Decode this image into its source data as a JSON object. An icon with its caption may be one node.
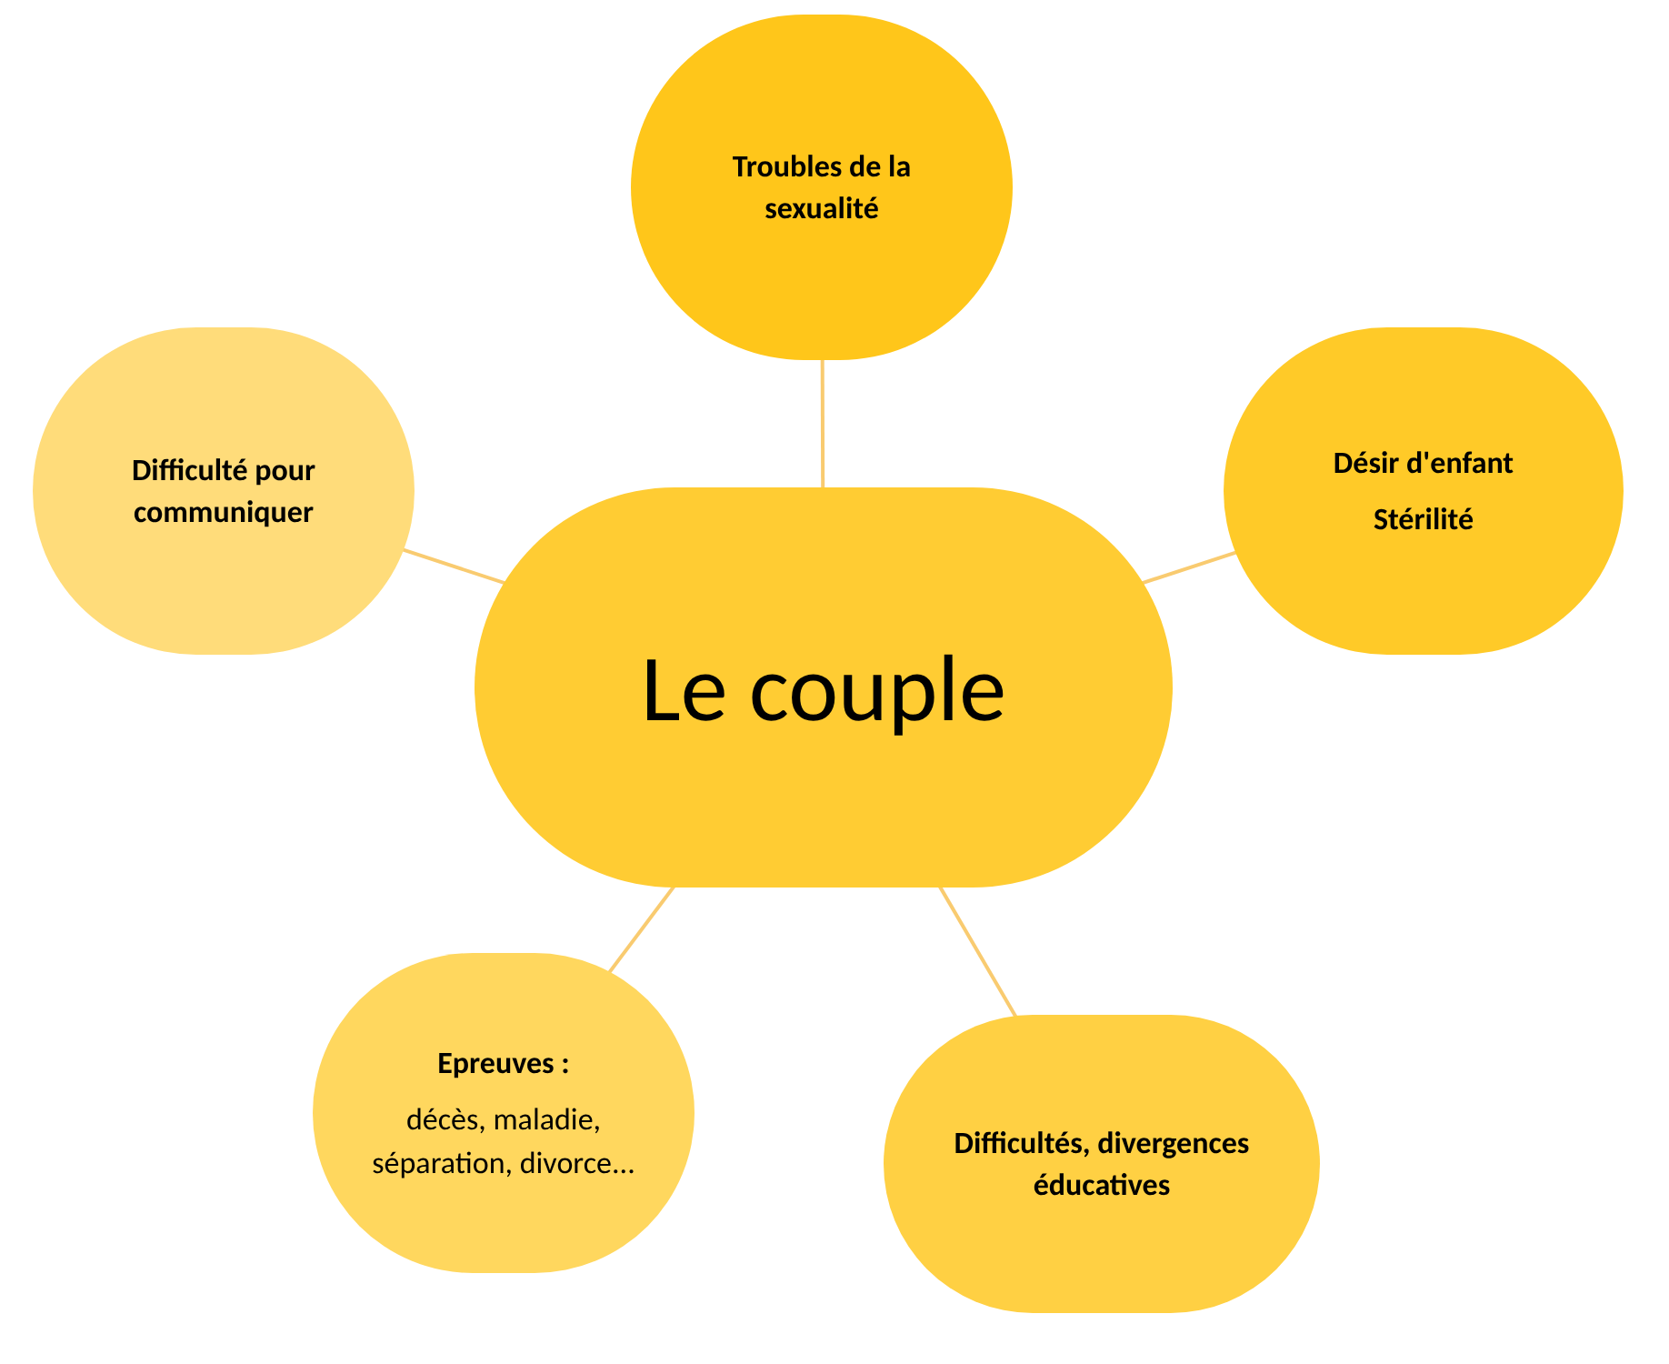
{
  "diagram": {
    "nodes": [
      {
        "text": [
          "Le couple"
        ]
      },
      {
        "text": [
          "Troubles de la sexualité"
        ]
      },
      {
        "text": [
          "Désir d'enfant",
          "Stérilité"
        ]
      },
      {
        "text": [
          "Difficulté pour communiquer"
        ]
      },
      {
        "text": [
          "Epreuves :",
          "décès, maladie, séparation, divorce..."
        ]
      },
      {
        "text": [
          "Difficultés, divergences éducatives"
        ]
      }
    ],
    "edges": [
      {
        "from": 0,
        "to": 1,
        "arrow": "none"
      },
      {
        "from": 0,
        "to": 2,
        "arrow": "none"
      },
      {
        "from": 0,
        "to": 3,
        "arrow": "none"
      },
      {
        "from": 0,
        "to": 4,
        "arrow": "none"
      },
      {
        "from": 0,
        "to": 5,
        "arrow": "none"
      }
    ]
  }
}
